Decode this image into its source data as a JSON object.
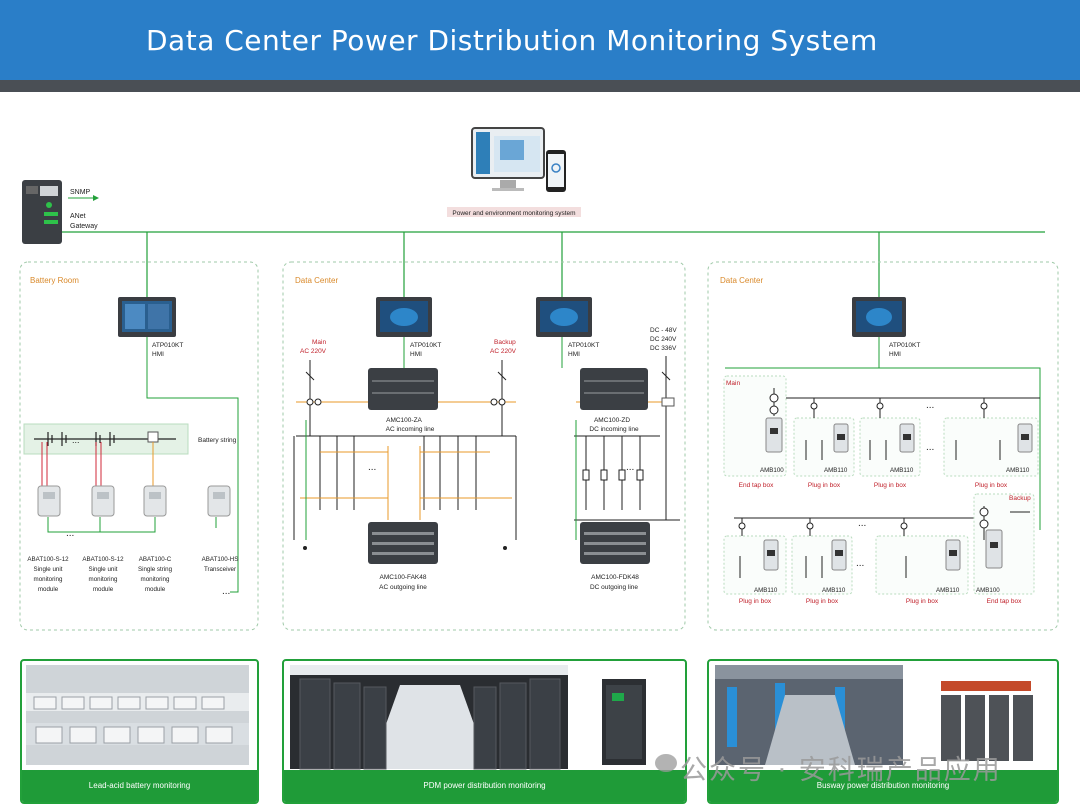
{
  "header": {
    "title": "Data Center Power Distribution Monitoring System"
  },
  "gateway": {
    "protocol": "SNMP",
    "name_line1": "ANet",
    "name_line2": "Gateway"
  },
  "system": {
    "label": "Power and environment monitoring system"
  },
  "battery_room": {
    "title": "Battery Room",
    "hmi_model": "ATP010KT",
    "hmi_type": "HMI",
    "string_label": "Battery string",
    "ellipsis": "...",
    "modules": [
      {
        "model": "ABAT100-S-12",
        "line1": "Single unit",
        "line2": "monitoring",
        "line3": "module"
      },
      {
        "model": "ABAT100-S-12",
        "line1": "Single unit",
        "line2": "monitoring",
        "line3": "module"
      },
      {
        "model": "ABAT100-C",
        "line1": "Single string",
        "line2": "monitoring",
        "line3": "module"
      },
      {
        "model": "ABAT100-HS",
        "line1": "Transceiver",
        "line2": "",
        "line3": ""
      }
    ]
  },
  "data_center_1": {
    "title": "Data Center",
    "hmi1_model": "ATP010KT",
    "hmi1_type": "HMI",
    "hmi2_model": "ATP010KT",
    "hmi2_type": "HMI",
    "main_label": "Main",
    "main_voltage": "AC 220V",
    "backup_label": "Backup",
    "backup_voltage": "AC 220V",
    "dc_v1": "DC - 48V",
    "dc_v2": "DC 240V",
    "dc_v3": "DC 336V",
    "amc_za_model": "AMC100-ZA",
    "amc_za_desc": "AC incoming line",
    "amc_zd_model": "AMC100-ZD",
    "amc_zd_desc": "DC incoming line",
    "fak_model": "AMC100-FAK48",
    "fak_desc": "AC outgoing line",
    "fdk_model": "AMC100-FDK48",
    "fdk_desc": "DC outgoing line",
    "ellipsis": "..."
  },
  "data_center_2": {
    "title": "Data Center",
    "hmi_model": "ATP010KT",
    "hmi_type": "HMI",
    "main_label": "Main",
    "backup_label": "Backup",
    "ellipsis": "...",
    "top_boxes": [
      {
        "model": "AMB100",
        "caption": "End tap box"
      },
      {
        "model": "AMB110",
        "caption": "Plug in box"
      },
      {
        "model": "AMB110",
        "caption": "Plug in box"
      },
      {
        "model": "AMB110",
        "caption": "Plug in box"
      }
    ],
    "bottom_boxes": [
      {
        "model": "AMB110",
        "caption": "Plug in box"
      },
      {
        "model": "AMB110",
        "caption": "Plug in box"
      },
      {
        "model": "AMB110",
        "caption": "Plug in box"
      },
      {
        "model": "AMB100",
        "caption": "End tap box"
      }
    ]
  },
  "photos": [
    {
      "caption": "Lead-acid battery monitoring"
    },
    {
      "caption": "PDM power distribution monitoring"
    },
    {
      "caption": "Busway power distribution monitoring"
    }
  ],
  "watermark": {
    "text": "公众号 · 安科瑞产品应用"
  },
  "colors": {
    "banner": "#2a7ec8",
    "green": "#22a03a",
    "orange": "#e89a2a",
    "red": "#d0283a"
  }
}
